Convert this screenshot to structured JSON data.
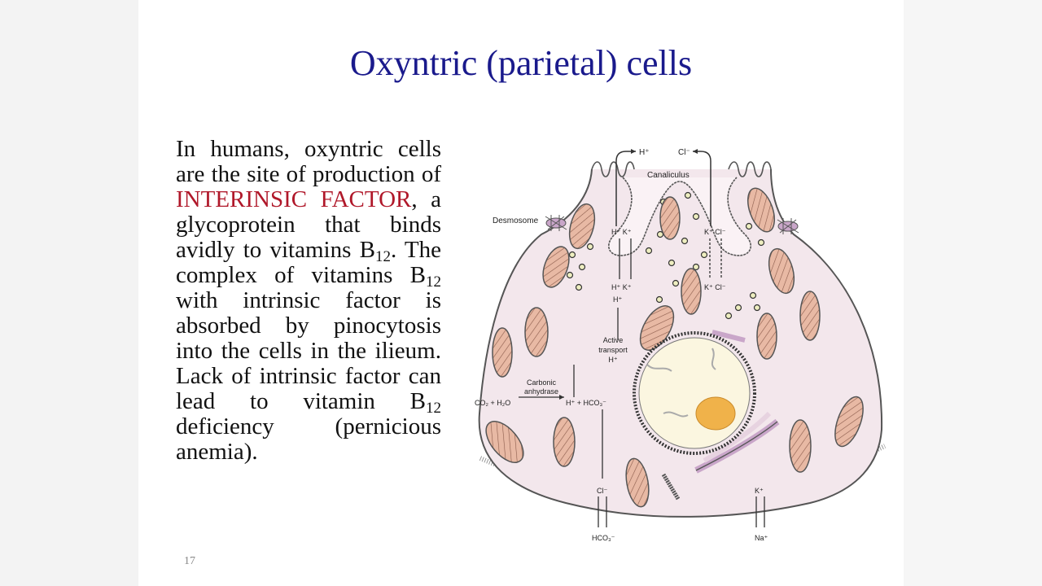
{
  "slide": {
    "title": "Oxyntric (parietal) cells",
    "page_number": "17",
    "paragraph": {
      "part1": "In humans, oxyntric cells are the site of production of ",
      "highlight": "INTERINSIC FACTOR",
      "part2": ", a glycoprotein that binds avidly to vitamins B",
      "sub1": "12",
      "part3": ". The complex of vitamins B",
      "sub2": "12",
      "part4": " with intrinsic factor is absorbed by pinocytosis into the cells in the ilieum. Lack of intrinsic factor can lead to vitamin B",
      "sub3": "12",
      "part5": " deficiency (pernicious anemia)."
    },
    "colors": {
      "title": "#1a1a8c",
      "highlight": "#b0182a"
    }
  },
  "diagram": {
    "labels": {
      "h_top": "H⁺",
      "cl_top": "Cl⁻",
      "canaliculus": "Canaliculus",
      "desmosome": "Desmosome",
      "hk_left": "H⁺  K⁺",
      "kcl_right": "K⁺  Cl⁻",
      "hk_left2": "H⁺  K⁺",
      "h_mid": "H⁺",
      "kcl_right2": "K⁺  Cl⁻",
      "active1": "Active",
      "active2": "transport",
      "active3": "H⁺",
      "carbonic1": "Carbonic",
      "carbonic2": "anhydrase",
      "co2_reaction": "CO₂ + H₂O",
      "products": "H⁺ + HCO₃⁻",
      "cl_bottom": "Cl⁻",
      "hco3_bottom": "HCO₃⁻",
      "k_bottom": "K⁺",
      "na_bottom": "Na⁺"
    },
    "colors": {
      "cell": "#f3e7ec",
      "mitochondria": "#e8b9a4",
      "nucleus": "#fbf6e0",
      "nucleolus": "#f0b24a",
      "vesicle": "#eeeec0"
    }
  }
}
